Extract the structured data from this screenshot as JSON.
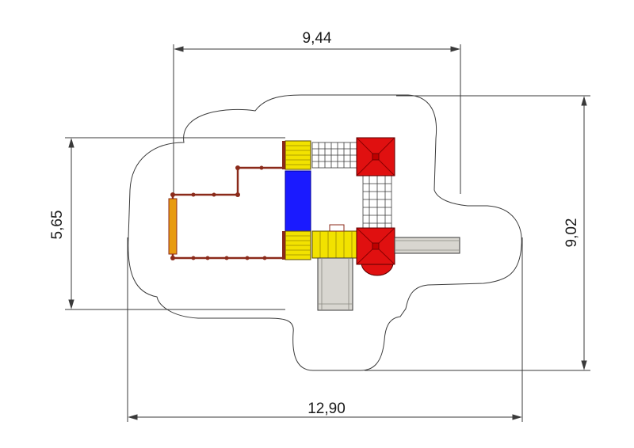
{
  "dimensions": {
    "top_width": "9,44",
    "left_height": "5,65",
    "right_height": "9,02",
    "bottom_width": "12,90"
  },
  "colors": {
    "line": "#3a3a3a",
    "safety_zone": "#ffffff",
    "roof_red": "#e01010",
    "roof_dark": "#8a0000",
    "tube_blue": "#1a1aff",
    "deck_yellow": "#f2e200",
    "rail_brown": "#8b2a1a",
    "slide_grey": "#d8d6d0",
    "beam_orange": "#e89a10"
  }
}
